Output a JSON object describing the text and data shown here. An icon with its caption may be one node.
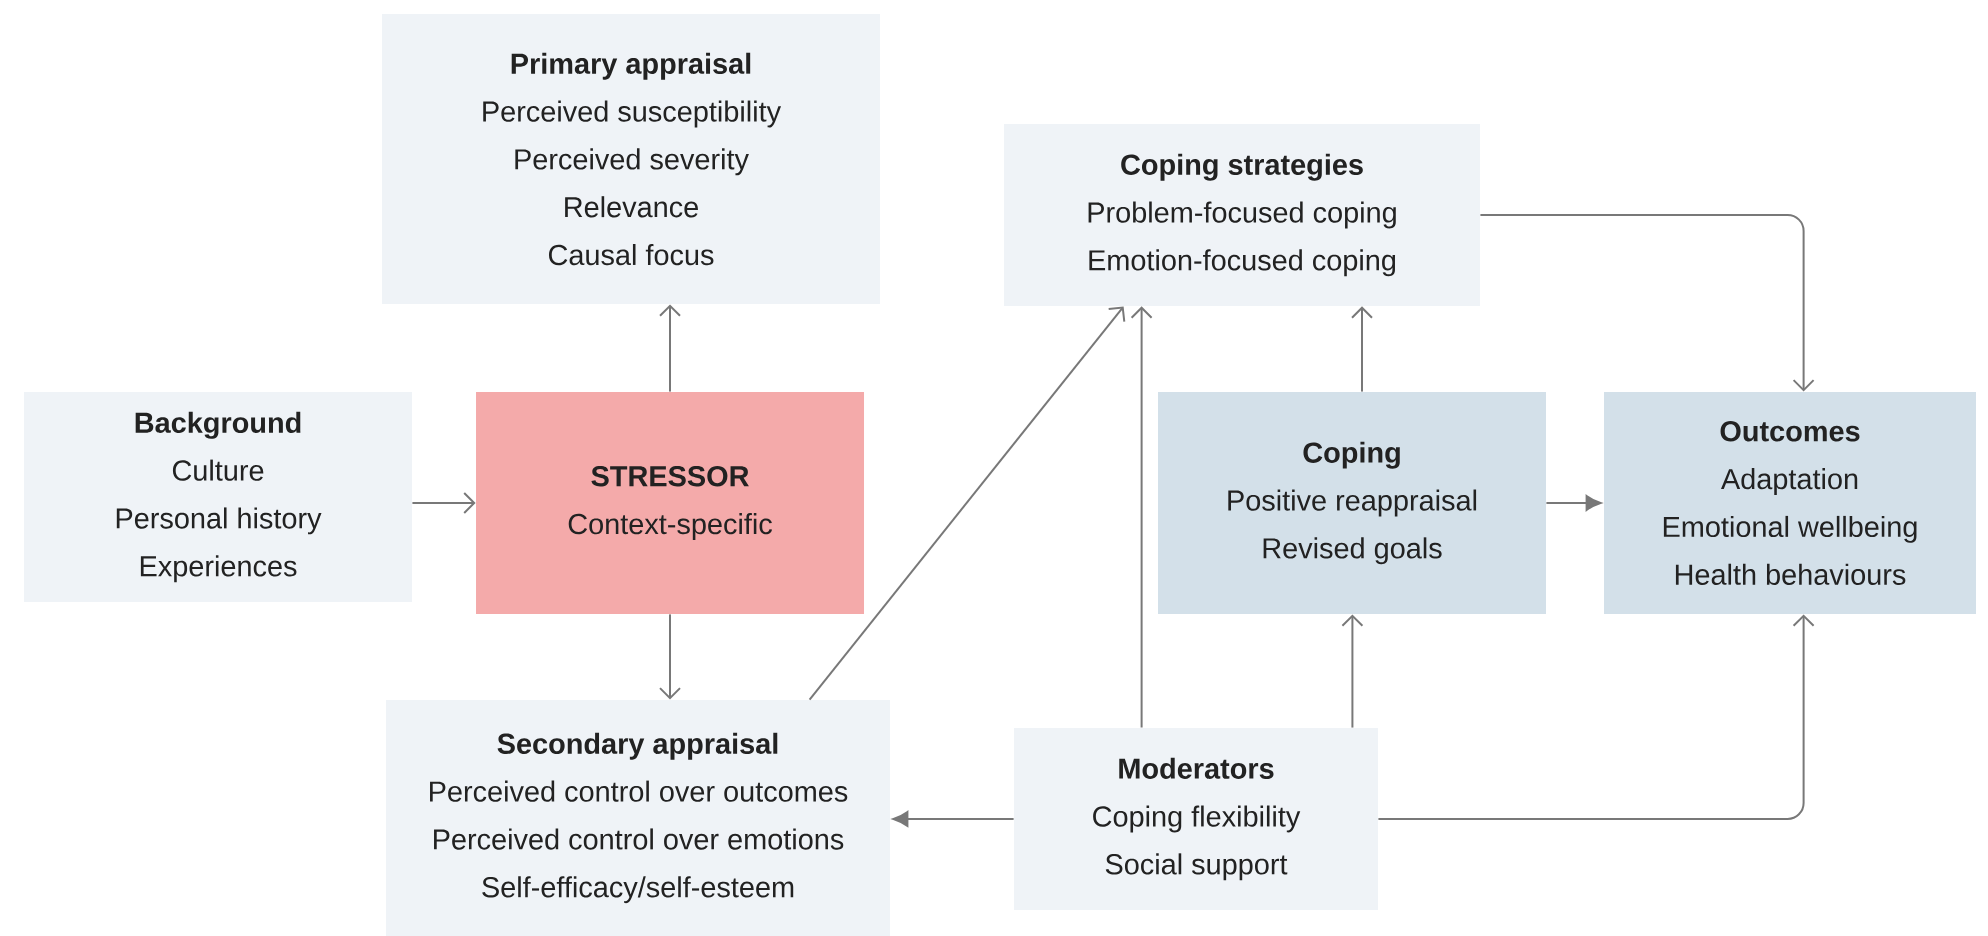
{
  "diagram": {
    "nodes": [
      {
        "text": [
          "Primary appraisal",
          "Perceived susceptibility",
          "Perceived severity",
          "Relevance",
          "Causal focus"
        ]
      },
      {
        "text": [
          "Background",
          "Culture",
          "Personal history",
          "Experiences"
        ]
      },
      {
        "text": [
          "STRESSOR",
          "Context-specific"
        ]
      },
      {
        "text": [
          "Coping strategies",
          "Problem-focused coping",
          "Emotion-focused coping"
        ]
      },
      {
        "text": [
          "Coping",
          "Positive reappraisal",
          "Revised goals"
        ]
      },
      {
        "text": [
          "Outcomes",
          "Adaptation",
          "Emotional wellbeing",
          "Health behaviours"
        ]
      },
      {
        "text": [
          "Secondary appraisal",
          "Perceived control over outcomes",
          "Perceived control over emotions",
          "Self-efficacy/self-esteem"
        ]
      },
      {
        "text": [
          "Moderators",
          "Coping flexibility",
          "Social support"
        ]
      }
    ],
    "edges": [
      {
        "from": 1,
        "to": 2,
        "arrow": "to"
      },
      {
        "from": 2,
        "to": 0,
        "arrow": "to"
      },
      {
        "from": 2,
        "to": 6,
        "arrow": "to"
      },
      {
        "from": 6,
        "to": 3,
        "arrow": "to"
      },
      {
        "from": 7,
        "to": 3,
        "arrow": "to"
      },
      {
        "from": 4,
        "to": 3,
        "arrow": "to"
      },
      {
        "from": 7,
        "to": 4,
        "arrow": "to"
      },
      {
        "from": 4,
        "to": 5,
        "arrow": "to"
      },
      {
        "from": 3,
        "to": 5,
        "arrow": "to"
      },
      {
        "from": 7,
        "to": 5,
        "arrow": "to"
      },
      {
        "from": 7,
        "to": 6,
        "arrow": "to"
      }
    ]
  }
}
